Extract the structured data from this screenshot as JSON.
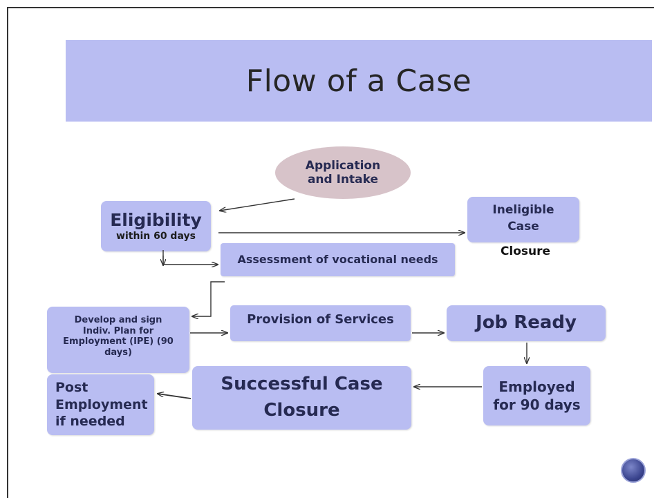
{
  "title": "Flow of a Case",
  "nodes": {
    "application": {
      "line1": "Application",
      "line2": "and Intake"
    },
    "eligibility": {
      "line1": "Eligibility",
      "line2": "within 60 days"
    },
    "ineligible": {
      "line1": "Ineligible",
      "line2": "Case",
      "line3": "Closure"
    },
    "assessment": {
      "line1": "Assessment of vocational needs"
    },
    "ipe": {
      "line1": "Develop and sign",
      "line2": "Indiv. Plan for",
      "line3": "Employment (IPE) (90",
      "line4": "days)"
    },
    "provision": {
      "line1": "Provision of Services"
    },
    "job_ready": {
      "line1": "Job Ready"
    },
    "employed": {
      "line1": "Employed",
      "line2": "for 90 days"
    },
    "successful": {
      "line1": "Successful Case",
      "line2": "Closure"
    },
    "post": {
      "line1": "Post",
      "line2": "Employment",
      "line3": "if needed"
    }
  },
  "colors": {
    "box_fill": "#b9bdf2",
    "oval_fill": "#d7c3c9",
    "text": "#262a52",
    "arrow": "#333333"
  }
}
